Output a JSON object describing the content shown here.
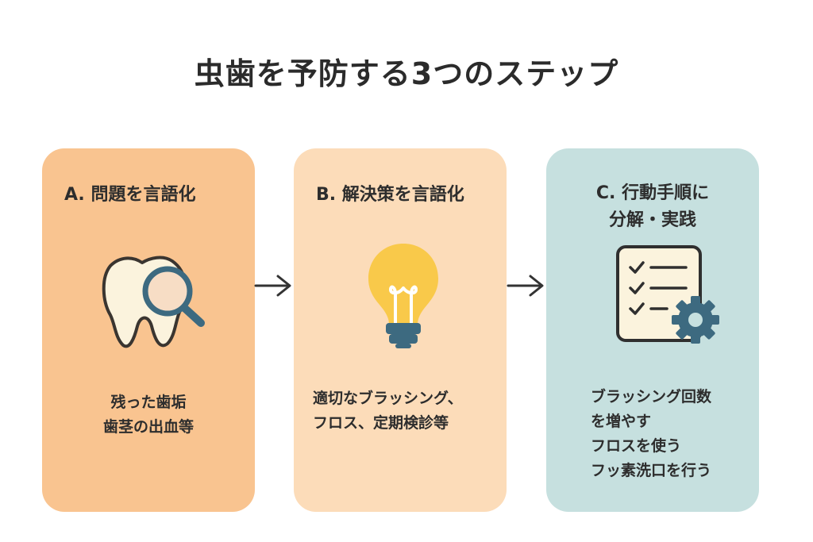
{
  "title": "虫歯を予防する3つのステップ",
  "steps": [
    {
      "heading_lines": [
        "A. 問題を言語化"
      ],
      "description_lines": [
        "残った歯垢",
        "歯茎の出血等"
      ],
      "icon": "tooth-magnifier-icon",
      "color": "#f9c490"
    },
    {
      "heading_lines": [
        "B. 解決策を言語化"
      ],
      "description_lines": [
        "適切なブラッシング、",
        "フロス、定期検診等"
      ],
      "icon": "lightbulb-icon",
      "color": "#fcdcb9"
    },
    {
      "heading_lines": [
        "C. 行動手順に",
        "分解・実践"
      ],
      "description_lines": [
        "ブラッシング回数",
        "を増やす",
        "フロスを使う",
        "フッ素洗口を行う"
      ],
      "icon": "checklist-gear-icon",
      "color": "#c6e0df"
    }
  ],
  "arrows": [
    "arrow-right-icon",
    "arrow-right-icon"
  ]
}
